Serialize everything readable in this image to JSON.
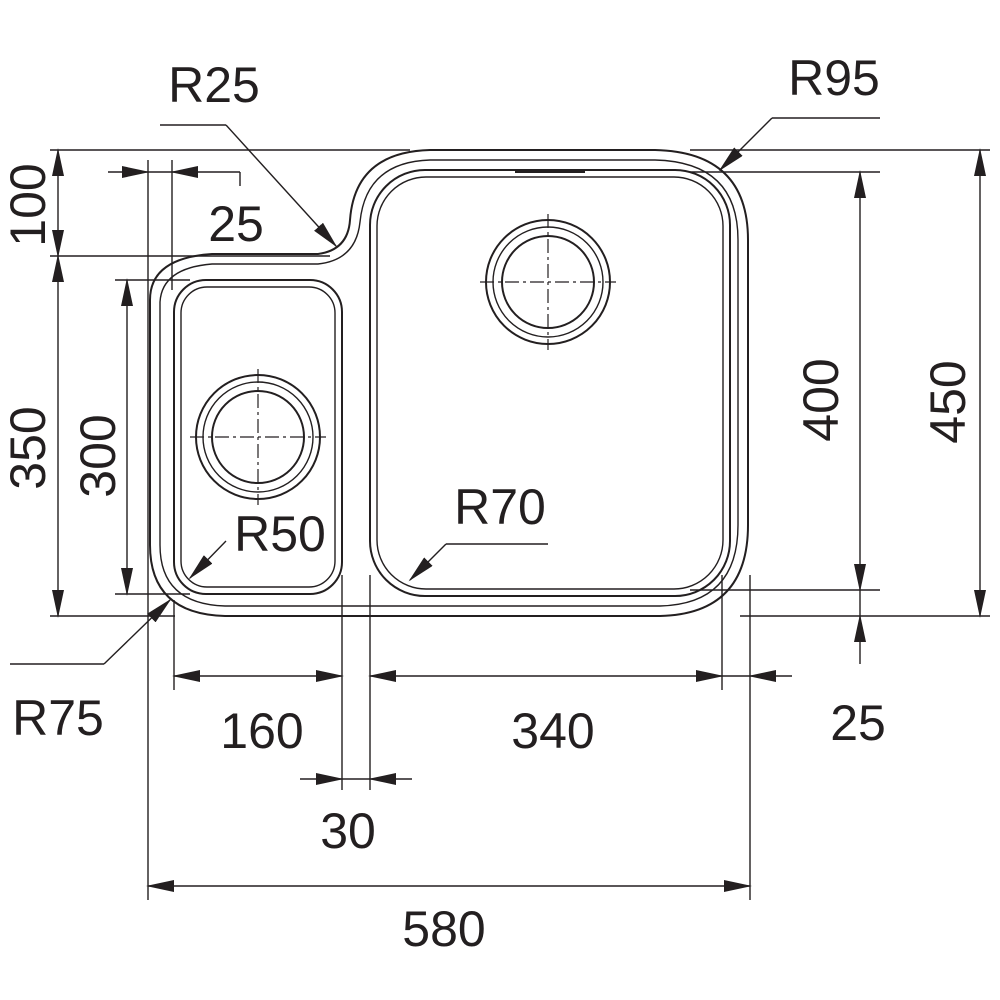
{
  "radii": {
    "r25": "R25",
    "r95": "R95",
    "r50": "R50",
    "r70": "R70",
    "r75": "R75"
  },
  "dimensions": {
    "d100": "100",
    "d25_top": "25",
    "d350": "350",
    "d300": "300",
    "d400": "400",
    "d450": "450",
    "d160": "160",
    "d340": "340",
    "d25_right": "25",
    "d30": "30",
    "d580": "580"
  },
  "colors": {
    "line": "#231f20",
    "background": "#ffffff"
  }
}
